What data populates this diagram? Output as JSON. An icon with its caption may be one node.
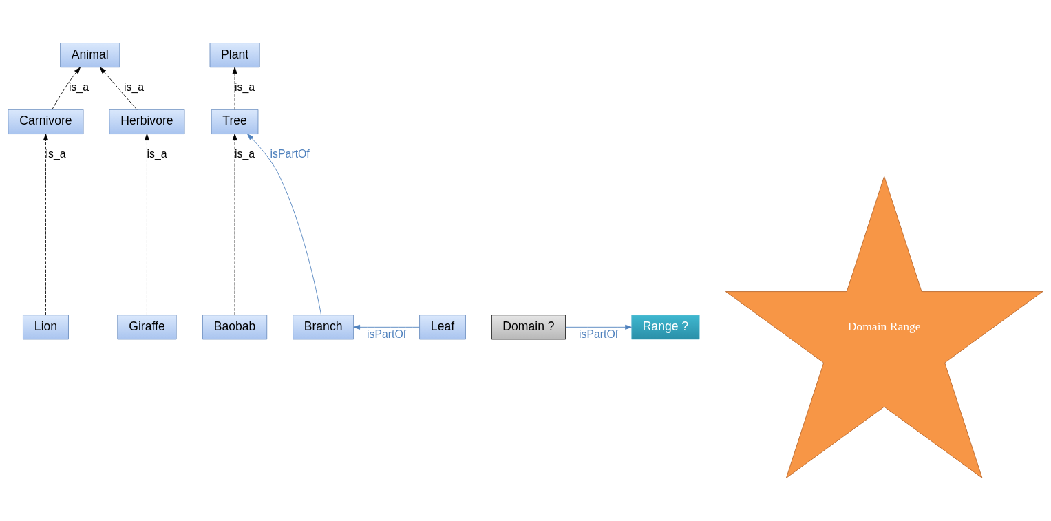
{
  "diagram": {
    "nodes": [
      {
        "text": [
          "Animal"
        ]
      },
      {
        "text": [
          "Carnivore"
        ]
      },
      {
        "text": [
          "Herbivore"
        ]
      },
      {
        "text": [
          "Lion"
        ]
      },
      {
        "text": [
          "Giraffe"
        ]
      },
      {
        "text": [
          "Plant"
        ]
      },
      {
        "text": [
          "Tree"
        ]
      },
      {
        "text": [
          "Baobab"
        ]
      },
      {
        "text": [
          "Branch"
        ]
      },
      {
        "text": [
          "Leaf"
        ]
      },
      {
        "text": [
          "Domain ?"
        ]
      },
      {
        "text": [
          "Range ?"
        ]
      },
      {
        "text": [
          "Domain Range"
        ]
      }
    ],
    "edges": [
      {
        "from": 1,
        "to": 0,
        "arrow": "to",
        "label": "is_a",
        "style": "dashed"
      },
      {
        "from": 2,
        "to": 0,
        "arrow": "to",
        "label": "is_a",
        "style": "dashed"
      },
      {
        "from": 3,
        "to": 1,
        "arrow": "to",
        "label": "is_a",
        "style": "dashed"
      },
      {
        "from": 4,
        "to": 2,
        "arrow": "to",
        "label": "is_a",
        "style": "dashed"
      },
      {
        "from": 6,
        "to": 5,
        "arrow": "to",
        "label": "is_a",
        "style": "dashed"
      },
      {
        "from": 7,
        "to": 6,
        "arrow": "to",
        "label": "is_a",
        "style": "dashed"
      },
      {
        "from": 9,
        "to": 8,
        "arrow": "to",
        "label": "isPartOf",
        "color": "#4f81bd"
      },
      {
        "from": 8,
        "to": 6,
        "arrow": "to",
        "label": "isPartOf",
        "color": "#4f81bd"
      },
      {
        "from": 10,
        "to": 11,
        "arrow": "to",
        "label": "isPartOf",
        "color": "#4f81bd"
      }
    ]
  }
}
